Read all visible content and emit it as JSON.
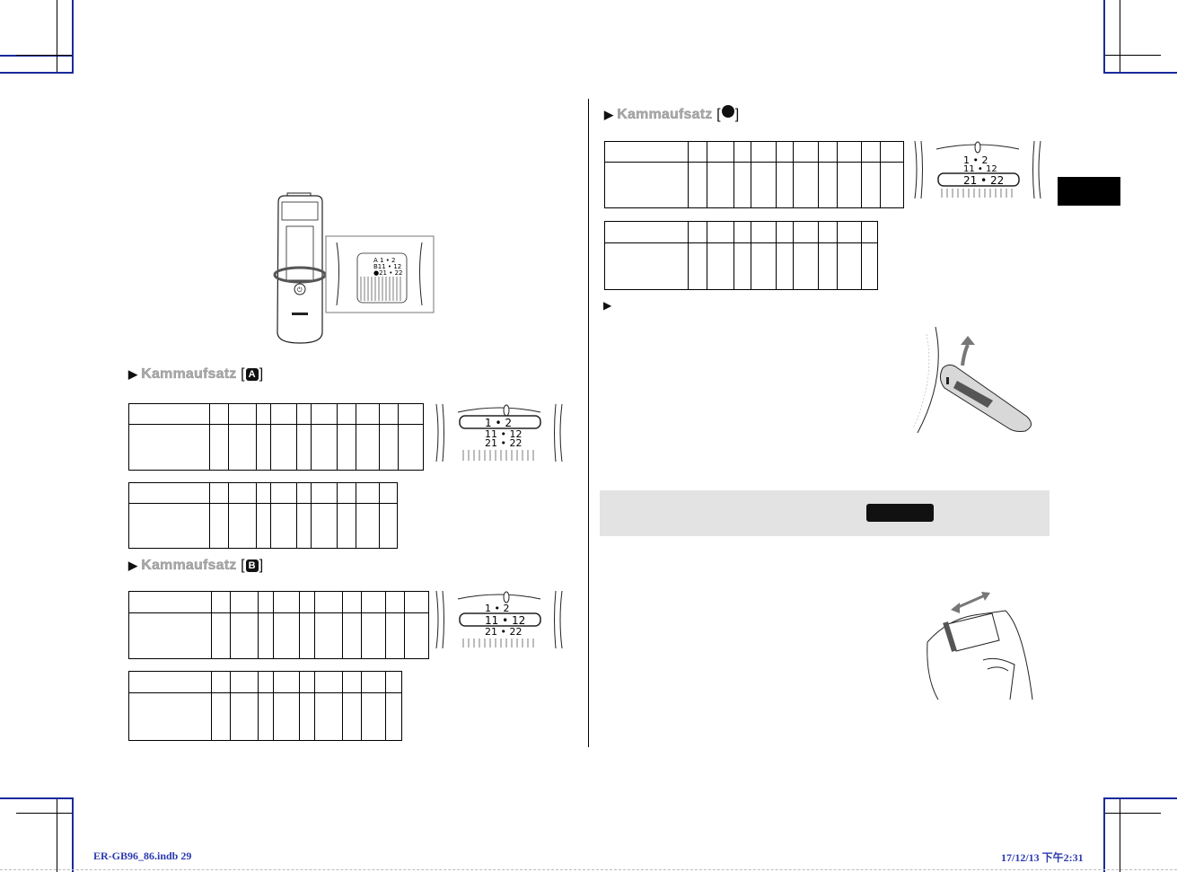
{
  "left": {
    "section_a": {
      "label": "Kammaufsatz",
      "badge": "A"
    },
    "section_b": {
      "label": "Kammaufsatz",
      "badge": "B"
    }
  },
  "right": {
    "section_c": {
      "label": "Kammaufsatz",
      "badge": ""
    }
  },
  "dial": {
    "row_a": "1  •  2",
    "row_b": "11 •  12",
    "row_c": "21 •  22"
  },
  "footer": {
    "file": "ER-GB96_86.indb   29",
    "timestamp": "17/12/13   下午2:31"
  },
  "colors": {
    "registration_blue": "#1a2a9c",
    "heading_gray": "#aaaaaa",
    "panel_gray": "#e3e3e3"
  }
}
